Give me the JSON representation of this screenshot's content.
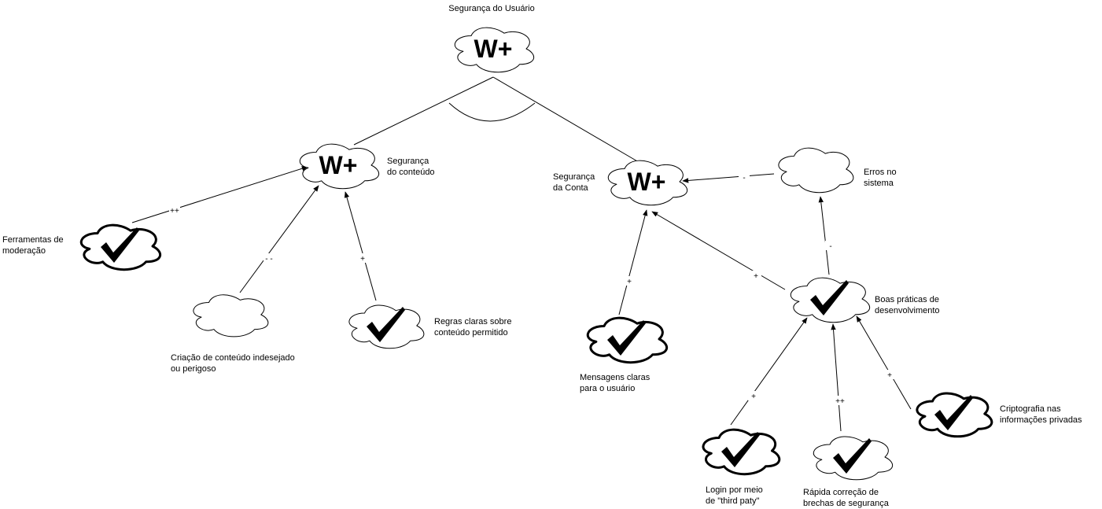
{
  "nodes": {
    "root": {
      "label": "Segurança do Usuário",
      "mark": "W+"
    },
    "content_security": {
      "label": "Segurança\ndo conteúdo",
      "mark": "W+"
    },
    "account_security": {
      "label": "Segurança\nda Conta",
      "mark": "W+"
    },
    "system_errors": {
      "label": "Erros no\nsistema",
      "mark": ""
    },
    "moderation_tools": {
      "label": "Ferramentas de\nmoderação",
      "mark": "check-icon"
    },
    "unwanted_content": {
      "label": "Criação de conteúdo indesejado\nou perigoso",
      "mark": ""
    },
    "clear_rules": {
      "label": "Regras claras sobre\nconteúdo permitido",
      "mark": "check-icon"
    },
    "clear_messages": {
      "label": "Mensagens claras\npara o usuário",
      "mark": "check-icon"
    },
    "dev_practices": {
      "label": "Boas práticas de\ndesenvolvimento",
      "mark": "check-icon"
    },
    "third_party_login": {
      "label": "Login por meio\nde \"third paty\"",
      "mark": "check-icon"
    },
    "fast_fix": {
      "label": "Rápida correção de\nbrechas de segurança",
      "mark": "check-icon"
    },
    "encryption": {
      "label": "Criptografia nas\ninformações privadas",
      "mark": "check-icon"
    }
  },
  "links": [
    {
      "from": "moderation_tools",
      "to": "content_security",
      "sign": "++"
    },
    {
      "from": "unwanted_content",
      "to": "content_security",
      "sign": "- -"
    },
    {
      "from": "clear_rules",
      "to": "content_security",
      "sign": "+"
    },
    {
      "from": "system_errors",
      "to": "account_security",
      "sign": "-"
    },
    {
      "from": "clear_messages",
      "to": "account_security",
      "sign": "+"
    },
    {
      "from": "dev_practices",
      "to": "account_security",
      "sign": "+"
    },
    {
      "from": "dev_practices",
      "to": "system_errors",
      "sign": "-"
    },
    {
      "from": "third_party_login",
      "to": "dev_practices",
      "sign": "+"
    },
    {
      "from": "fast_fix",
      "to": "dev_practices",
      "sign": "++"
    },
    {
      "from": "encryption",
      "to": "dev_practices",
      "sign": "+"
    }
  ],
  "decomposition": {
    "parent": "root",
    "children": [
      "content_security",
      "account_security"
    ],
    "type": "and"
  }
}
